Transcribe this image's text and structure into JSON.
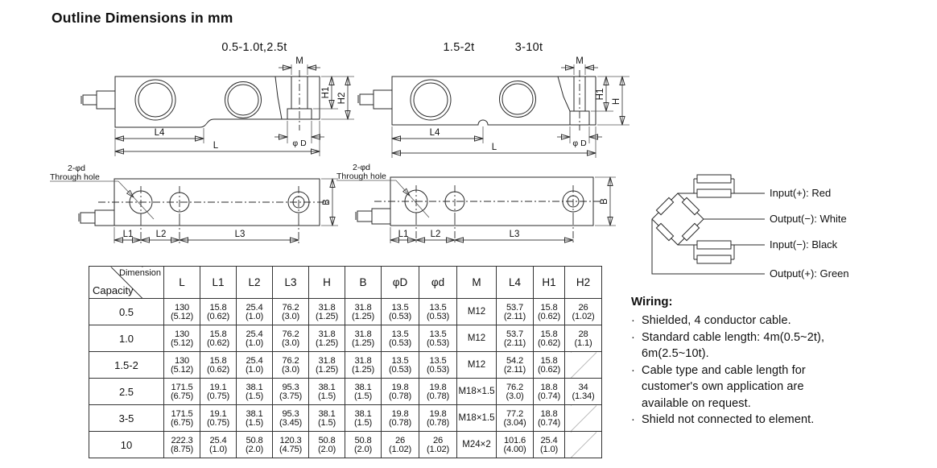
{
  "page_title": "Outline Dimensions in mm",
  "drawings": {
    "caption_left": "0.5-1.0t,2.5t",
    "caption_right_1": "1.5-2t",
    "caption_right_2": "3-10t",
    "dims": {
      "m": "M",
      "h": "H",
      "h1": "H1",
      "h2": "H2",
      "l": "L",
      "l1": "L1",
      "l2": "L2",
      "l3": "L3",
      "l4": "L4",
      "b": "B",
      "phi_d": "φ D",
      "through_hole_line1": "2-φd",
      "through_hole_line2": "Through hole"
    }
  },
  "circuit": {
    "labels": {
      "input_pos": "Input(+): Red",
      "output_neg": "Output(−): White",
      "input_neg": "Input(−): Black",
      "output_pos": "Output(+): Green"
    }
  },
  "table": {
    "corner_top": "Dimension",
    "corner_bottom": "Capacity",
    "columns": [
      "L",
      "L1",
      "L2",
      "L3",
      "H",
      "B",
      "φD",
      "φd",
      "M",
      "L4",
      "H1",
      "H2"
    ],
    "rows": [
      {
        "capacity": "0.5",
        "cells": [
          [
            "130",
            "(5.12)"
          ],
          [
            "15.8",
            "(0.62)"
          ],
          [
            "25.4",
            "(1.0)"
          ],
          [
            "76.2",
            "(3.0)"
          ],
          [
            "31.8",
            "(1.25)"
          ],
          [
            "31.8",
            "(1.25)"
          ],
          [
            "13.5",
            "(0.53)"
          ],
          [
            "13.5",
            "(0.53)"
          ],
          [
            "M12"
          ],
          [
            "53.7",
            "(2.11)"
          ],
          [
            "15.8",
            "(0.62)"
          ],
          [
            "26",
            "(1.02)"
          ]
        ]
      },
      {
        "capacity": "1.0",
        "cells": [
          [
            "130",
            "(5.12)"
          ],
          [
            "15.8",
            "(0.62)"
          ],
          [
            "25.4",
            "(1.0)"
          ],
          [
            "76.2",
            "(3.0)"
          ],
          [
            "31.8",
            "(1.25)"
          ],
          [
            "31.8",
            "(1.25)"
          ],
          [
            "13.5",
            "(0.53)"
          ],
          [
            "13.5",
            "(0.53)"
          ],
          [
            "M12"
          ],
          [
            "53.7",
            "(2.11)"
          ],
          [
            "15.8",
            "(0.62)"
          ],
          [
            "28",
            "(1.1)"
          ]
        ]
      },
      {
        "capacity": "1.5-2",
        "cells": [
          [
            "130",
            "(5.12)"
          ],
          [
            "15.8",
            "(0.62)"
          ],
          [
            "25.4",
            "(1.0)"
          ],
          [
            "76.2",
            "(3.0)"
          ],
          [
            "31.8",
            "(1.25)"
          ],
          [
            "31.8",
            "(1.25)"
          ],
          [
            "13.5",
            "(0.53)"
          ],
          [
            "13.5",
            "(0.53)"
          ],
          [
            "M12"
          ],
          [
            "54.2",
            "(2.11)"
          ],
          [
            "15.8",
            "(0.62)"
          ],
          null
        ]
      },
      {
        "capacity": "2.5",
        "cells": [
          [
            "171.5",
            "(6.75)"
          ],
          [
            "19.1",
            "(0.75)"
          ],
          [
            "38.1",
            "(1.5)"
          ],
          [
            "95.3",
            "(3.75)"
          ],
          [
            "38.1",
            "(1.5)"
          ],
          [
            "38.1",
            "(1.5)"
          ],
          [
            "19.8",
            "(0.78)"
          ],
          [
            "19.8",
            "(0.78)"
          ],
          [
            "M18×1.5"
          ],
          [
            "76.2",
            "(3.0)"
          ],
          [
            "18.8",
            "(0.74)"
          ],
          [
            "34",
            "(1.34)"
          ]
        ]
      },
      {
        "capacity": "3-5",
        "cells": [
          [
            "171.5",
            "(6.75)"
          ],
          [
            "19.1",
            "(0.75)"
          ],
          [
            "38.1",
            "(1.5)"
          ],
          [
            "95.3",
            "(3.45)"
          ],
          [
            "38.1",
            "(1.5)"
          ],
          [
            "38.1",
            "(1.5)"
          ],
          [
            "19.8",
            "(0.78)"
          ],
          [
            "19.8",
            "(0.78)"
          ],
          [
            "M18×1.5"
          ],
          [
            "77.2",
            "(3.04)"
          ],
          [
            "18.8",
            "(0.74)"
          ],
          null
        ]
      },
      {
        "capacity": "10",
        "cells": [
          [
            "222.3",
            "(8.75)"
          ],
          [
            "25.4",
            "(1.0)"
          ],
          [
            "50.8",
            "(2.0)"
          ],
          [
            "120.3",
            "(4.75)"
          ],
          [
            "50.8",
            "(2.0)"
          ],
          [
            "50.8",
            "(2.0)"
          ],
          [
            "26",
            "(1.02)"
          ],
          [
            "26",
            "(1.02)"
          ],
          [
            "M24×2"
          ],
          [
            "101.6",
            "(4.00)"
          ],
          [
            "25.4",
            "(1.0)"
          ],
          null
        ]
      }
    ]
  },
  "wiring": {
    "heading": "Wiring:",
    "notes": [
      "Shielded, 4 conductor cable.",
      "Standard cable length: 4m(0.5~2t),\n6m(2.5~10t).",
      "Cable type and cable length for\ncustomer's own application are\navailable on request.",
      "Shield not connected to element."
    ]
  }
}
